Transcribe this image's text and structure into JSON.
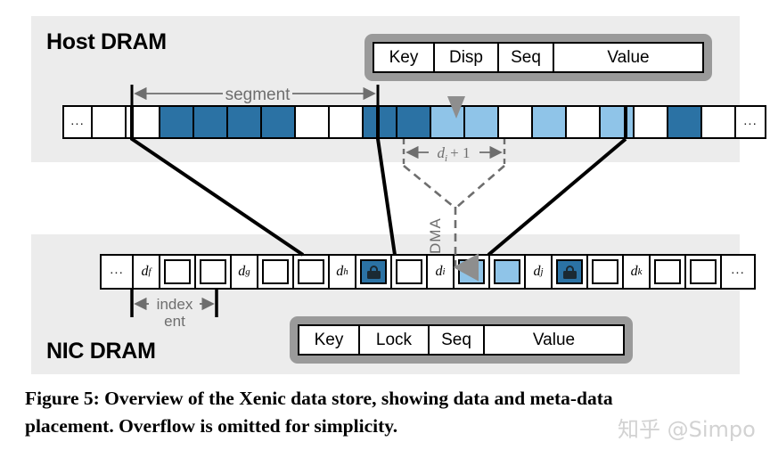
{
  "figure": {
    "caption": "Figure 5: Overview of the Xenic data store, showing data and meta-data placement. Overflow is omitted for simplicity.",
    "watermark": "知乎 @Simpo"
  },
  "colors": {
    "panel_bg": "#ececec",
    "page_bg": "#ffffff",
    "dark_blue": "#2b72a4",
    "light_blue": "#8fc4e8",
    "meta_box_bg": "#9a9a9a",
    "annotation_gray": "#6e6e6e",
    "outline": "#000000"
  },
  "host": {
    "title": "Host DRAM",
    "segment_label": "segment",
    "dim_label": "d_i + 1",
    "dim_label_base": "d",
    "dim_label_sub": "i",
    "dim_label_tail": "+ 1",
    "dma_label": "DMA",
    "ellipsis": "...",
    "cells": [
      {
        "kind": "ellipsis",
        "fill": "none"
      },
      {
        "kind": "empty",
        "fill": "white"
      },
      {
        "kind": "empty",
        "fill": "white"
      },
      {
        "kind": "data",
        "fill": "dark"
      },
      {
        "kind": "data",
        "fill": "dark"
      },
      {
        "kind": "data",
        "fill": "dark"
      },
      {
        "kind": "data",
        "fill": "dark"
      },
      {
        "kind": "empty",
        "fill": "white"
      },
      {
        "kind": "empty",
        "fill": "white"
      },
      {
        "kind": "data",
        "fill": "dark"
      },
      {
        "kind": "data",
        "fill": "dark"
      },
      {
        "kind": "data",
        "fill": "light"
      },
      {
        "kind": "data",
        "fill": "light"
      },
      {
        "kind": "empty",
        "fill": "white"
      },
      {
        "kind": "data",
        "fill": "light"
      },
      {
        "kind": "empty",
        "fill": "white"
      },
      {
        "kind": "data",
        "fill": "light"
      },
      {
        "kind": "empty",
        "fill": "white"
      },
      {
        "kind": "data",
        "fill": "dark"
      },
      {
        "kind": "empty",
        "fill": "white"
      },
      {
        "kind": "ellipsis",
        "fill": "none"
      }
    ],
    "meta_record": {
      "fields": [
        "Key",
        "Disp",
        "Seq",
        "Value"
      ],
      "widths": [
        68,
        72,
        62,
        175
      ]
    }
  },
  "nic": {
    "title": "NIC DRAM",
    "index_entry_label_line1": "index",
    "index_entry_label_line2": "ent",
    "ellipsis": "...",
    "cells": [
      {
        "kind": "ellipsis"
      },
      {
        "kind": "index",
        "base": "d",
        "sub": "f"
      },
      {
        "kind": "slot",
        "fill": "white",
        "lock": false
      },
      {
        "kind": "slot",
        "fill": "white",
        "lock": false
      },
      {
        "kind": "index",
        "base": "d",
        "sub": "g"
      },
      {
        "kind": "slot",
        "fill": "white",
        "lock": false
      },
      {
        "kind": "slot",
        "fill": "white",
        "lock": false
      },
      {
        "kind": "index",
        "base": "d",
        "sub": "h"
      },
      {
        "kind": "slot",
        "fill": "dark",
        "lock": true
      },
      {
        "kind": "slot",
        "fill": "white",
        "lock": false
      },
      {
        "kind": "index",
        "base": "d",
        "sub": "i"
      },
      {
        "kind": "slot",
        "fill": "light",
        "lock": false
      },
      {
        "kind": "slot",
        "fill": "light",
        "lock": false
      },
      {
        "kind": "index",
        "base": "d",
        "sub": "j"
      },
      {
        "kind": "slot",
        "fill": "dark",
        "lock": true
      },
      {
        "kind": "slot",
        "fill": "white",
        "lock": false
      },
      {
        "kind": "index",
        "base": "d",
        "sub": "k"
      },
      {
        "kind": "slot",
        "fill": "white",
        "lock": false
      },
      {
        "kind": "slot",
        "fill": "white",
        "lock": false
      },
      {
        "kind": "ellipsis"
      }
    ],
    "meta_record": {
      "fields": [
        "Key",
        "Lock",
        "Seq",
        "Value"
      ],
      "widths": [
        68,
        78,
        62,
        165
      ]
    }
  }
}
